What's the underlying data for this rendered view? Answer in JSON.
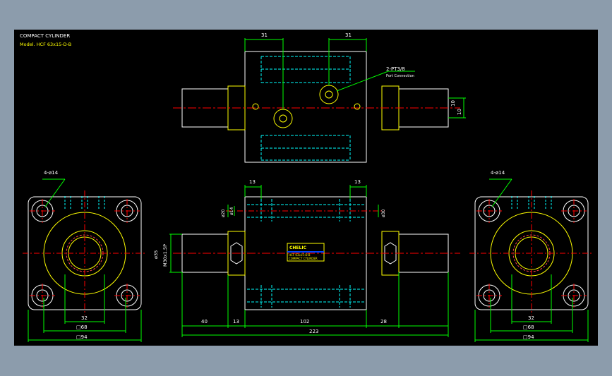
{
  "title_block": {
    "name": "COMPACT CYLINDER",
    "model": "Model. HCF 63x15-D-B"
  },
  "top_view": {
    "dim_left": "31",
    "dim_right": "31",
    "port_callout": "2-PT3/8",
    "port_note": "Port Connection",
    "dim_side_a": "10",
    "dim_side_b": "10"
  },
  "side_view_left": {
    "holes": "4-ø14",
    "dim_inner": "32",
    "dim_mid": "□68",
    "dim_outer": "□94"
  },
  "side_view_right": {
    "holes": "4-ø14",
    "dim_inner": "32",
    "dim_mid": "□68",
    "dim_outer": "□94"
  },
  "front_view": {
    "dim_left_13": "13",
    "dim_right_13": "13",
    "dia_20": "ø20",
    "dia_14": "ø14",
    "dia_30": "ø30",
    "dia_35": "ø35",
    "thread": "M30x1.5P",
    "len_40": "40",
    "len_13": "13",
    "len_102": "102",
    "len_28": "28",
    "len_total": "223",
    "nameplate_brand": "CHELIC",
    "nameplate_model": "HCF 63x15-D-B",
    "nameplate_type": "COMPACT CYLINDER"
  },
  "colors": {
    "background": "#000000",
    "frame": "#8c9cac",
    "outline": "#ffffff",
    "dimension": "#00ff00",
    "center_line": "#ff0000",
    "hidden": "#00ffff",
    "highlight": "#ffff00"
  }
}
